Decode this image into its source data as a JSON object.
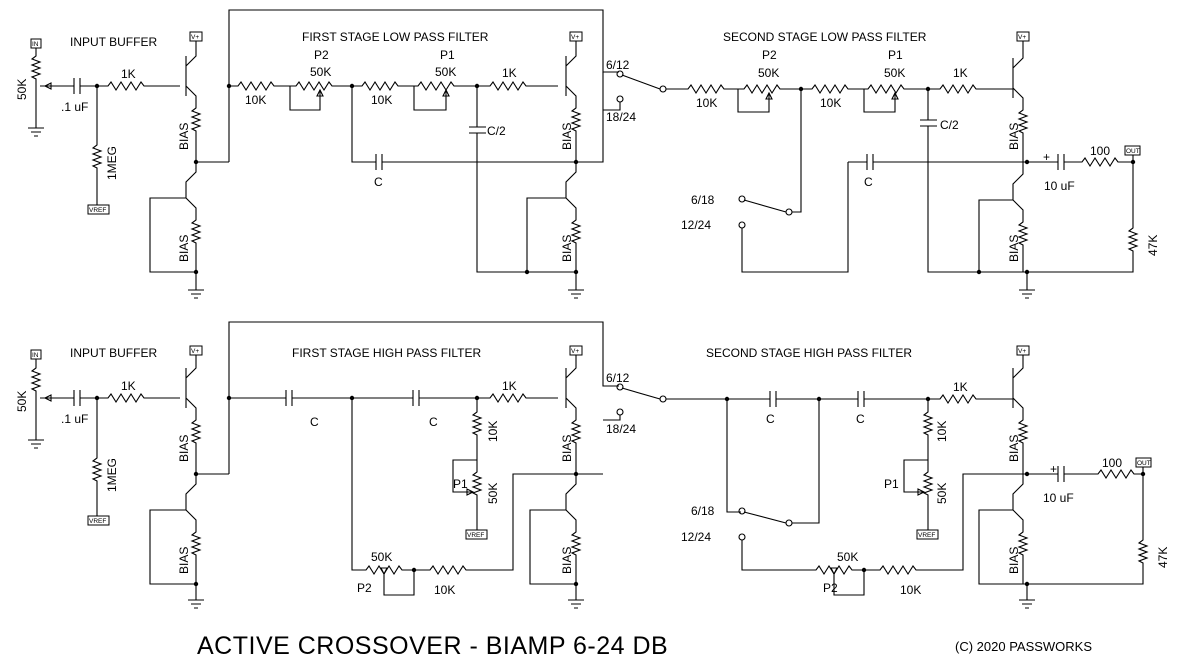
{
  "title": "ACTIVE CROSSOVER - BIAMP 6-24 DB",
  "copyright": "(C) 2020 PASSWORKS",
  "common": {
    "in": "IN",
    "vplus": "V+",
    "vref": "VREF",
    "out": "OUT",
    "bias": "BIAS",
    "input_buffer": "INPUT BUFFER",
    "pot_50k": "50K",
    "cap_01uf": ".1 uF",
    "res_1k": "1K",
    "res_1meg": "1MEG",
    "res_10k": "10K",
    "p1": "P1",
    "p2": "P2",
    "cap_c": "C",
    "cap_c2": "C/2",
    "sw_612": "6/12",
    "sw_1824": "18/24",
    "sw_618": "6/18",
    "sw_1224": "12/24",
    "res_100": "100",
    "cap_10uf": "10 uF",
    "res_47k": "47K",
    "plus": "+"
  },
  "low_pass": {
    "first_stage": "FIRST STAGE LOW PASS FILTER",
    "second_stage": "SECOND STAGE LOW PASS FILTER"
  },
  "high_pass": {
    "first_stage": "FIRST STAGE HIGH PASS FILTER",
    "second_stage": "SECOND STAGE HIGH PASS FILTER"
  }
}
